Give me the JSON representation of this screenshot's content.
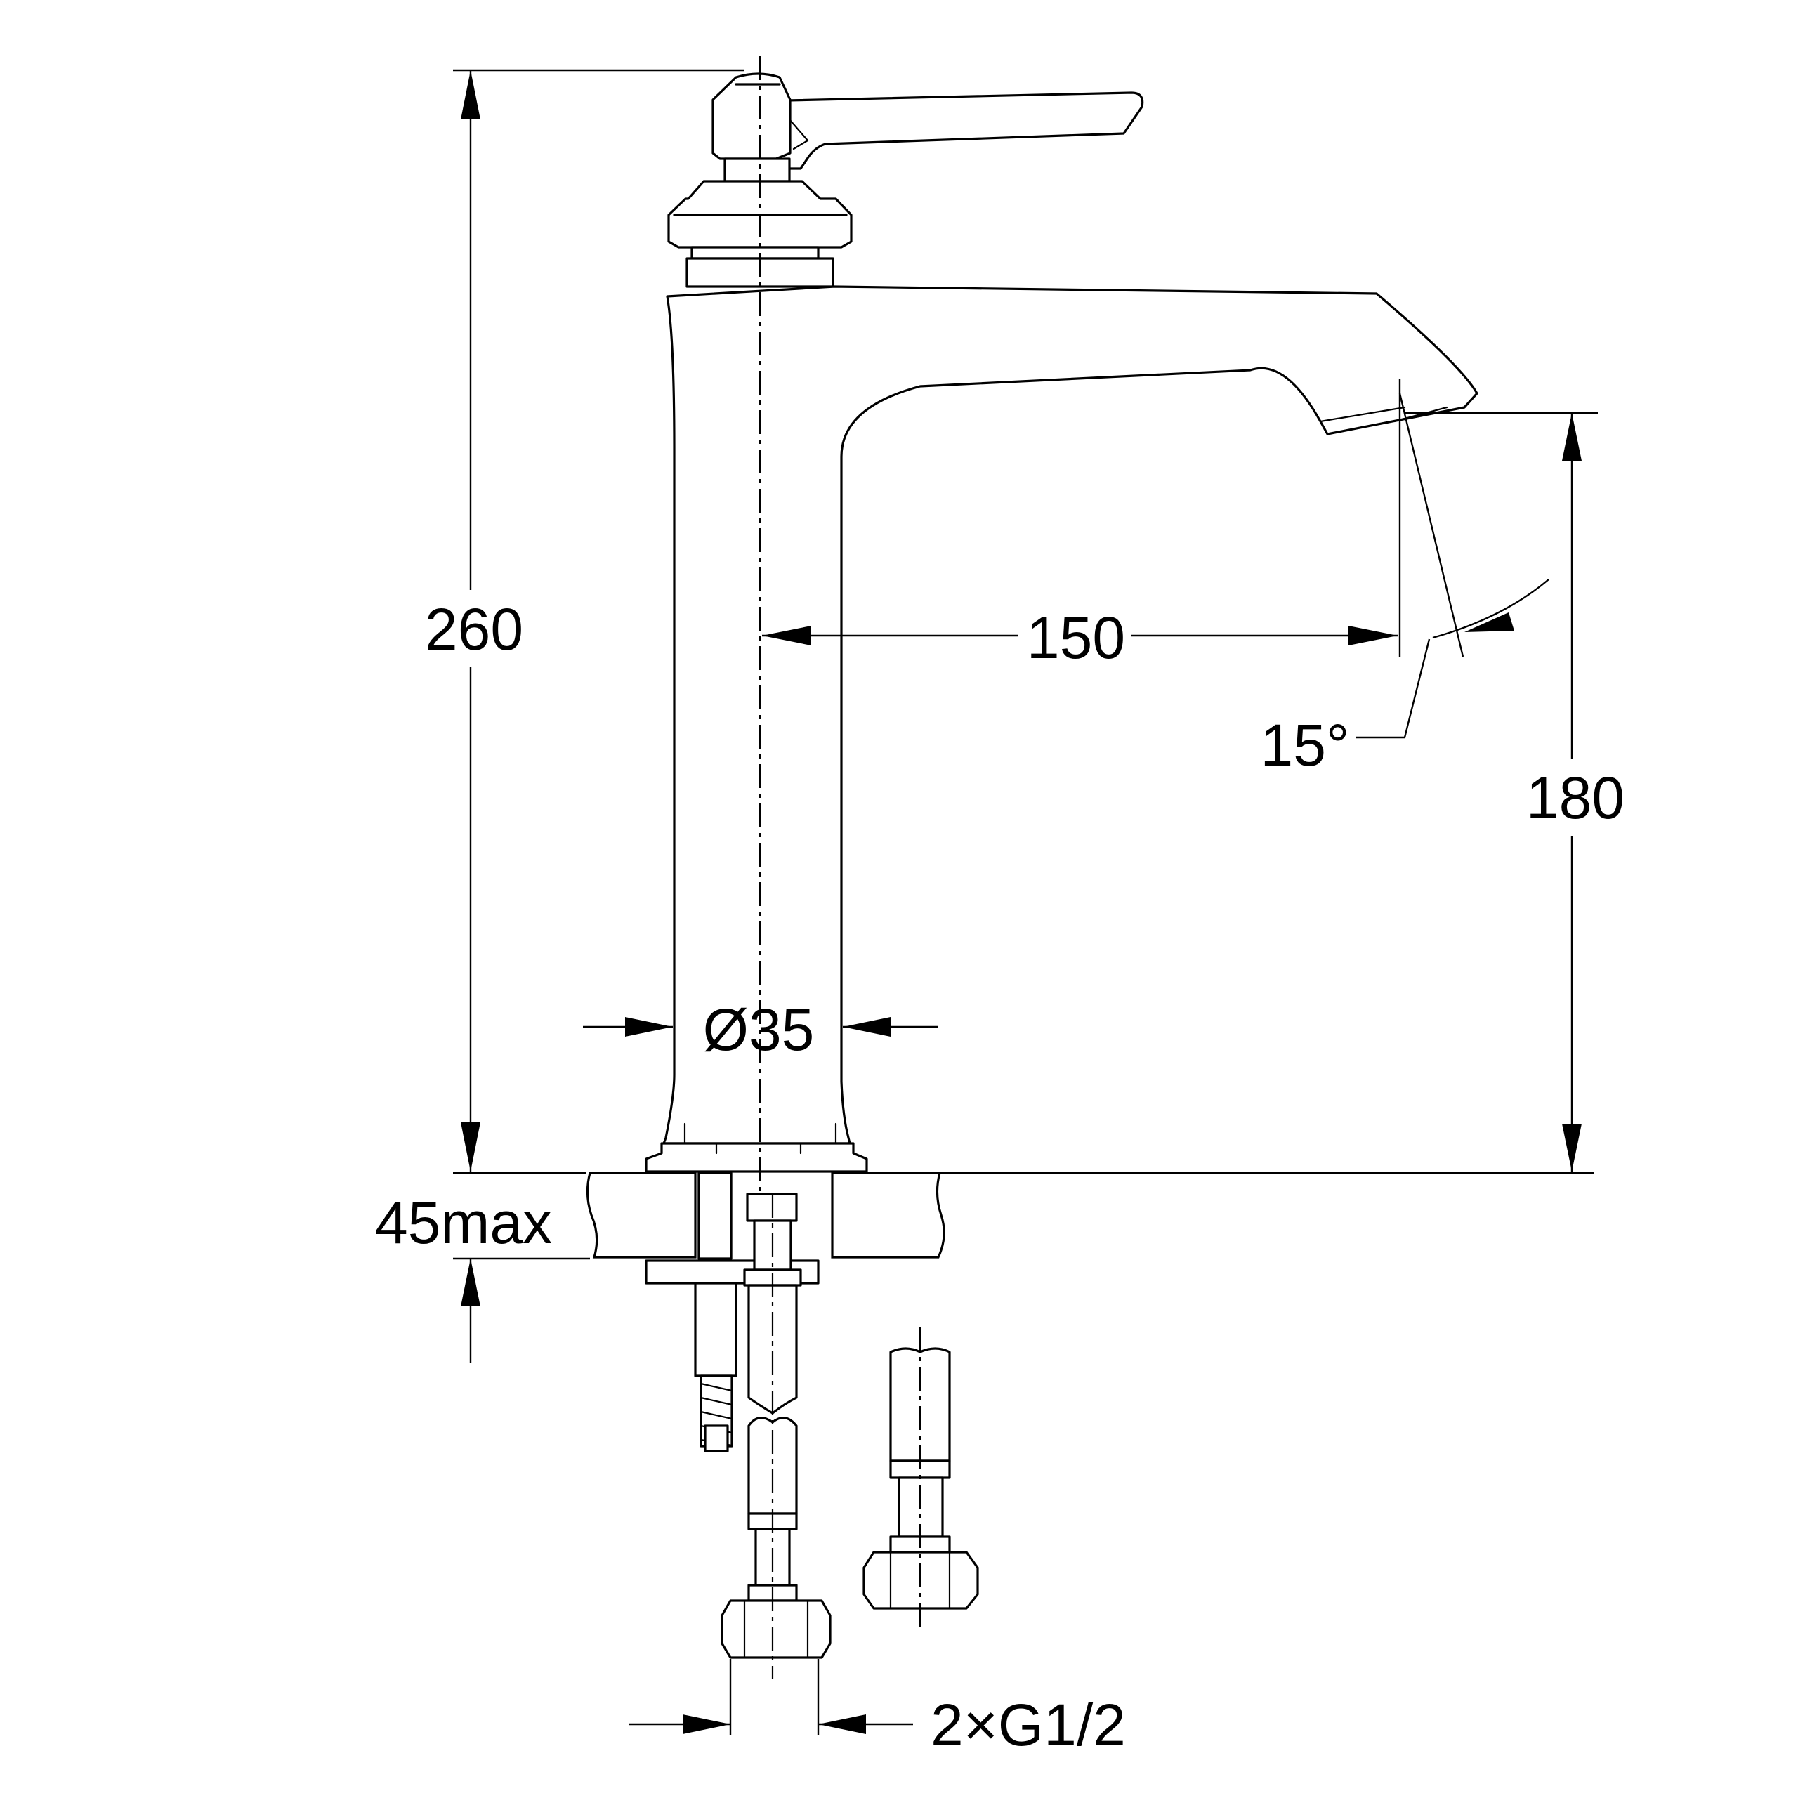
{
  "dimensions": {
    "overall_height": "260",
    "spout_reach": "150",
    "spout_angle": "15°",
    "spout_height": "180",
    "body_diameter": "Ø35",
    "deck_thickness": "45max",
    "connection": "2×G1/2"
  },
  "colors": {
    "line": "#000000",
    "background": "#ffffff"
  }
}
